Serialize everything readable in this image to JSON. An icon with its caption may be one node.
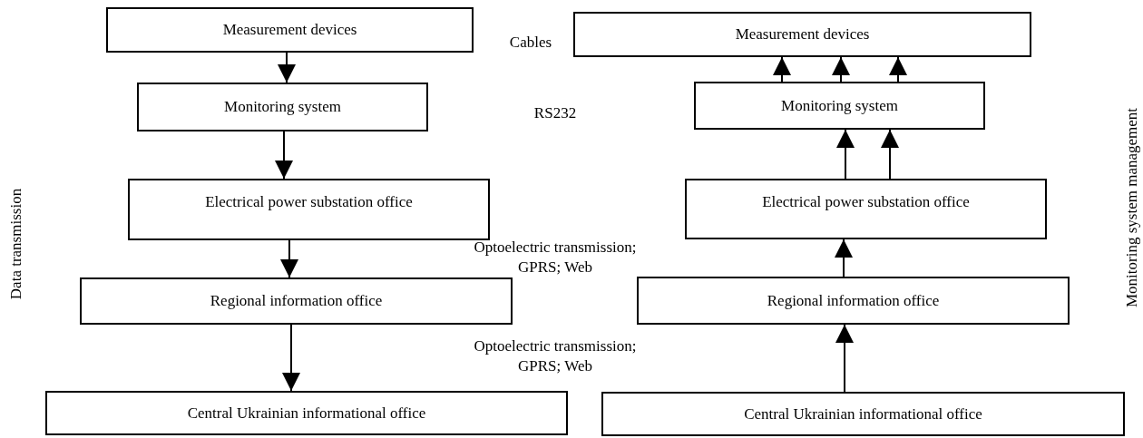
{
  "diagram": {
    "nodes": [
      {
        "text": [
          "Measurement devices"
        ]
      },
      {
        "text": [
          "Monitoring system"
        ]
      },
      {
        "text": [
          "Electrical power substation office"
        ]
      },
      {
        "text": [
          "Regional information office"
        ]
      },
      {
        "text": [
          "Central Ukrainian informational office"
        ]
      },
      {
        "text": [
          "Measurement devices"
        ]
      },
      {
        "text": [
          "Monitoring system"
        ]
      },
      {
        "text": [
          "Electrical power substation office"
        ]
      },
      {
        "text": [
          "Regional information office"
        ]
      },
      {
        "text": [
          "Central Ukrainian informational office"
        ]
      }
    ],
    "edges": [
      {
        "from": 0,
        "to": 1,
        "arrow": "to"
      },
      {
        "from": 1,
        "to": 2,
        "arrow": "to"
      },
      {
        "from": 2,
        "to": 3,
        "arrow": "to"
      },
      {
        "from": 3,
        "to": 4,
        "arrow": "to"
      },
      {
        "from": 6,
        "to": 5,
        "arrow": "to"
      },
      {
        "from": 6,
        "to": 5,
        "arrow": "to"
      },
      {
        "from": 6,
        "to": 5,
        "arrow": "to"
      },
      {
        "from": 7,
        "to": 6,
        "arrow": "to"
      },
      {
        "from": 7,
        "to": 6,
        "arrow": "to"
      },
      {
        "from": 8,
        "to": 7,
        "arrow": "to"
      },
      {
        "from": 9,
        "to": 8,
        "arrow": "to"
      }
    ],
    "labels": [
      "Cables",
      "RS232",
      "Optoelectric transmission; GPRS; Web",
      "Optoelectric transmission; GPRS; Web",
      "Data transmission",
      "Monitoring system management"
    ]
  }
}
